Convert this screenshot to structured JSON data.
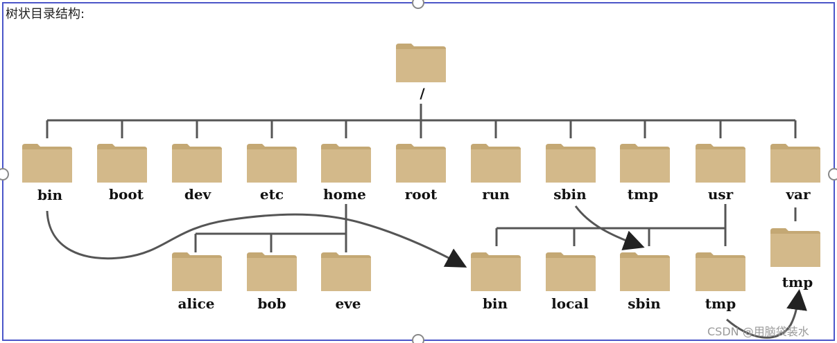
{
  "caption": "树状目录结构:",
  "watermark": "CSDN @用脑袋装水",
  "colors": {
    "folder": "#d3b98a",
    "folder_tab": "#c4a874",
    "line": "#555555",
    "frame": "#4a55c8"
  },
  "root": {
    "label": "/"
  },
  "level1": [
    {
      "label": "bin"
    },
    {
      "label": "boot"
    },
    {
      "label": "dev"
    },
    {
      "label": "etc"
    },
    {
      "label": "home"
    },
    {
      "label": "root"
    },
    {
      "label": "run"
    },
    {
      "label": "sbin"
    },
    {
      "label": "tmp"
    },
    {
      "label": "usr"
    },
    {
      "label": "var"
    }
  ],
  "home_children": [
    {
      "label": "alice"
    },
    {
      "label": "bob"
    },
    {
      "label": "eve"
    }
  ],
  "usr_children": [
    {
      "label": "bin"
    },
    {
      "label": "local"
    },
    {
      "label": "sbin"
    },
    {
      "label": "tmp"
    }
  ],
  "var_children": [
    {
      "label": "tmp"
    }
  ]
}
